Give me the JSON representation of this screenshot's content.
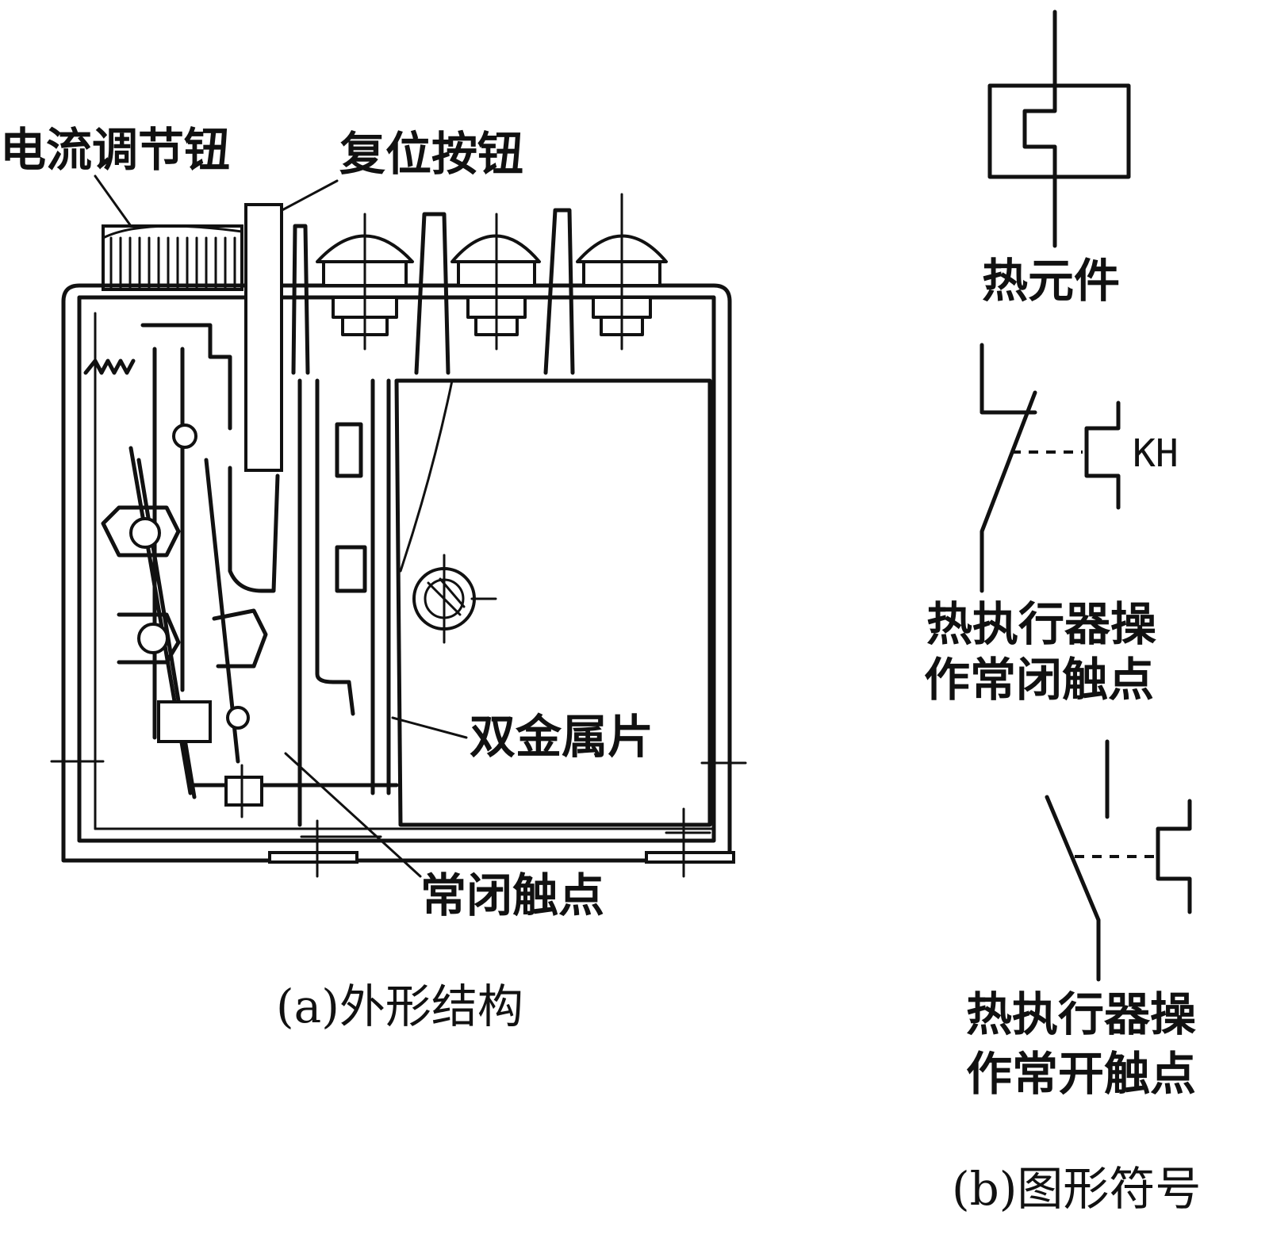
{
  "left": {
    "labels": {
      "current_knob": "电流调节钮",
      "reset_button": "复位按钮",
      "bimetal": "双金属片",
      "nc_contact": "常闭触点"
    },
    "caption": "(a)外形结构"
  },
  "right": {
    "heater_label": "热元件",
    "nc_label_line1": "热执行器操",
    "nc_label_line2": "作常闭触点",
    "kh_tag": "KH",
    "no_label_line1": "热执行器操",
    "no_label_line2": "作常开触点",
    "caption": "(b)图形符号"
  }
}
